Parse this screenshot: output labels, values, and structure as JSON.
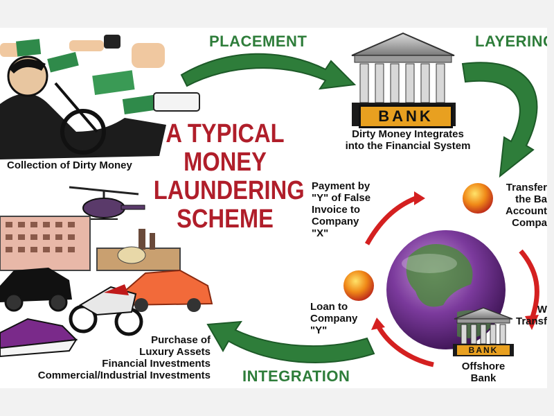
{
  "diagram": {
    "title": "A TYPICAL\nMONEY\nLAUNDERING\nSCHEME",
    "steps": {
      "placement": "PLACEMENT",
      "layering": "LAYERING",
      "integration": "INTEGRATION"
    },
    "labels": {
      "collection": "Collection of Dirty Money",
      "integrates": "Dirty Money Integrates\ninto the Financial System",
      "payment": "Payment by\n\"Y\" of False\nInvoice to\nCompany\n\"X\"",
      "transfer": "Transfer\nthe Ba\nAccount\nCompa",
      "loan": "Loan to\nCompany\n\"Y\"",
      "wire": "W\nTransf",
      "offshore": "Offshore\nBank",
      "purchase": "Purchase of\nLuxury Assets\nFinancial Investments\nCommercial/Industrial Investments"
    },
    "bank_sign": "BANK",
    "small_bank_sign": "BANK",
    "colors": {
      "green_arrow": "#2e7d3a",
      "red_arrow": "#d42020",
      "title_red": "#b01e2a",
      "globe": "#6a2a8a",
      "ball": "#e8b020"
    },
    "icons": [
      "bank-icon",
      "globe-icon",
      "car-icon",
      "motorcycle-icon",
      "helicopter-icon",
      "jetski-icon",
      "building-icon",
      "factory-icon",
      "money-icon"
    ]
  }
}
